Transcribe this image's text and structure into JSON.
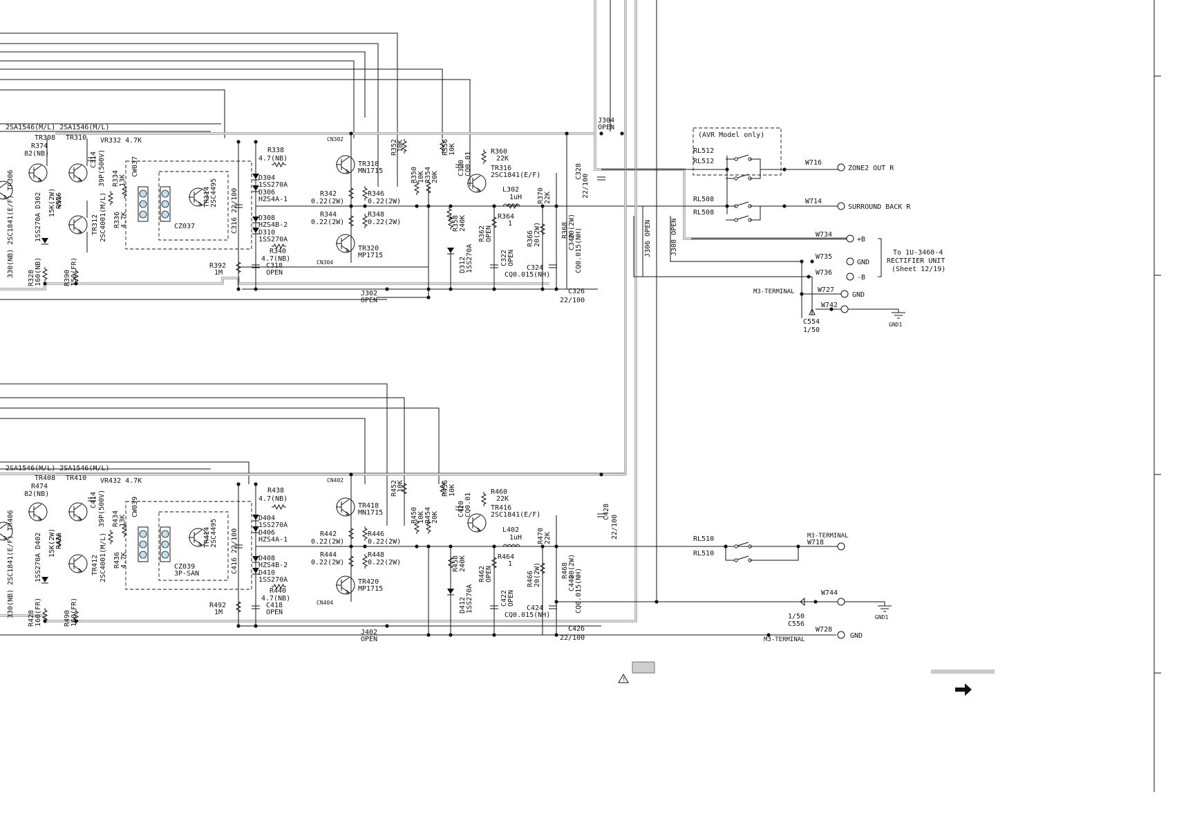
{
  "upper": {
    "tr_hdr": "2SA1546(M/L) 2SA1546(M/L)",
    "tr308": "TR308",
    "r374": "R374",
    "r374v": "82(NB)",
    "tr310": "TR310",
    "vr": "VR332 4.7K",
    "c314": "C314",
    "c314v": "39P(500V)",
    "r334": "R334",
    "r334v": "13K",
    "r336": "R336",
    "r336v": "4.7K",
    "tr312": "TR312",
    "tr312t": "2SC4001(M/L)",
    "r326": "R326",
    "r326v": "15K(2W)",
    "d302": "1SS270A D302",
    "tr306": "330(NB) 2SC1841(E/F) TR306",
    "r328": "R328",
    "r328v": "160(NB)",
    "r390": "R390",
    "r390v": "150(FR)",
    "cw": "CW037",
    "cz": "CZ037",
    "tr314": "TR314",
    "tr314t": "2SC4495",
    "c316": "C316 22/100",
    "r392": "R392",
    "r392v": "1M",
    "c318": "C318",
    "c318v": "OPEN",
    "r338": "R338",
    "r338v": "4.7(NB)",
    "d304": "D304",
    "d304t": "1SS270A",
    "d306": "D306",
    "d306t": "HZS4A-1",
    "d308": "D308",
    "d308t": "HZS4B-2",
    "d310": "D310",
    "d310t": "1SS270A",
    "r340": "R340",
    "r340v": "4.7(NB)",
    "cn302": "CN302",
    "cn304": "CN304",
    "tr318": "TR318",
    "tr318t": "MN1715",
    "tr320": "TR320",
    "tr320t": "MP1715",
    "r342": "R342",
    "r342v": "0.22(2W)",
    "r346": "R346",
    "r346v": "0.22(2W)",
    "r344": "R344",
    "r344v": "0.22(2W)",
    "r348": "R348",
    "r348v": "0.22(2W)",
    "r352": "R352",
    "r352v": "10K",
    "r350": "R350",
    "r350v": "10K",
    "r354": "R354",
    "r354v": "20K",
    "r356": "R356",
    "r356v": "10K",
    "r358": "R358",
    "r358v": "240K",
    "d312": "D312",
    "d312t": "1SS270A",
    "c320": "C320",
    "c320v": "CQ0.01",
    "r360": "R360",
    "r360v": "22K",
    "tr316": "TR316",
    "tr316t": "2SC1841(E/F)",
    "l302": "L302",
    "l302v": "1uH",
    "r362": "R362",
    "r362v": "OPEN",
    "r364": "R364",
    "r364v": "1",
    "c322": "C322",
    "c322v": "OPEN",
    "r366": "R366",
    "r366v": "20(2W)",
    "r368": "R368",
    "r368v": "20(2W)",
    "r370": "R370",
    "r370v": "22K",
    "c340": "C340",
    "c340v": "CQ0.015(NH)",
    "c324": "C324",
    "c324v": "CQ0.015(NH)",
    "c328": "C328",
    "c328v": "22/100",
    "c326": "C326",
    "c326v": "22/100",
    "j302": "J302",
    "j302v": "OPEN",
    "j304": "J304",
    "j304v": "OPEN",
    "j306": "J306 OPEN",
    "j308": "J308 OPEN"
  },
  "lower": {
    "tr_hdr": "2SA1546(M/L) 2SA1546(M/L)",
    "tr408": "TR408",
    "r474": "R474",
    "r474v": "82(NB)",
    "tr410": "TR410",
    "vr": "VR432 4.7K",
    "c414": "C414",
    "c414v": "39P(500V)",
    "r434": "R434",
    "r434v": "13K",
    "r436": "R436",
    "r436v": "4.7K",
    "tr412": "TR412",
    "tr412t": "2SC4001(M/L)",
    "r426": "R426",
    "r426v": "15K(2W)",
    "d402": "1SS270A D402",
    "tr406": "330(NB) 2SC1841(E/F) TR406",
    "r428": "R428",
    "r428v": "160(FR)",
    "r490": "R490",
    "r490v": "160(FR)",
    "cw": "CW039",
    "cz": "CZ039",
    "czt": "3P-SAN",
    "tr414": "TR414",
    "tr414t": "2SC4495",
    "c416": "C416 22/100",
    "r492": "R492",
    "r492v": "1M",
    "c418": "C418",
    "c418v": "OPEN",
    "r438": "R438",
    "r438v": "4.7(NB)",
    "d404": "D404",
    "d404t": "1SS270A",
    "d406": "D406",
    "d406t": "HZS4A-1",
    "d408": "D408",
    "d408t": "HZS4B-2",
    "d410": "D410",
    "d410t": "1SS270A",
    "r440": "R440",
    "r440v": "4.7(NB)",
    "cn402": "CN402",
    "cn404": "CN404",
    "tr418": "TR418",
    "tr418t": "MN1715",
    "tr420": "TR420",
    "tr420t": "MP1715",
    "r442": "R442",
    "r442v": "0.22(2W)",
    "r446": "R446",
    "r446v": "0.22(2W)",
    "r444": "R444",
    "r444v": "0.22(2W)",
    "r448": "R448",
    "r448v": "0.22(2W)",
    "r452": "R452",
    "r452v": "10K",
    "r450": "R450",
    "r450v": "10K",
    "r454": "R454",
    "r454v": "20K",
    "r456": "R456",
    "r456v": "10K",
    "r458": "R458",
    "r458v": "240K",
    "d412": "D412",
    "d412t": "1SS270A",
    "c420": "C420",
    "c420v": "CQ0.01",
    "r460": "R460",
    "r460v": "22K",
    "tr416": "TR416",
    "tr416t": "2SC1841(E/F)",
    "l402": "L402",
    "l402v": "1uH",
    "r462": "R462",
    "r462v": "OPEN",
    "r464": "R464",
    "r464v": "1",
    "c422": "C422",
    "c422v": "OPEN",
    "r466": "R466",
    "r466v": "20(2W)",
    "r468": "R468",
    "r468v": "20(2W)",
    "r470": "R470",
    "r470v": "22K",
    "c440": "C440",
    "c440v": "CQ0.015(NH)",
    "c424": "C424",
    "c424v": "CQ0.015(NH)",
    "c428": "C428",
    "c428v": "22/100",
    "c426": "C426",
    "c426v": "22/100",
    "j402": "J402",
    "j402v": "OPEN"
  },
  "right": {
    "avr": "(AVR Model only)",
    "rl512a": "RL512",
    "rl512b": "RL512",
    "rl508a": "RL508",
    "rl508b": "RL508",
    "rl510a": "RL510",
    "rl510b": "RL510",
    "w716": "W716",
    "zone2": "ZONE2 OUT R",
    "w714": "W714",
    "sb": "SURROUND BACK R",
    "w734": "W734",
    "pb": "+B",
    "w735": "W735",
    "gnd1": "GND",
    "w736": "W736",
    "mb": "-B",
    "to1": "To 1U-3460-4",
    "to2": "RECTIFIER UNIT",
    "to3": "(Sheet 12/19)",
    "m3a": "M3-TERMINAL",
    "w727": "W727",
    "gnd2": "GND",
    "w742": "W742",
    "gnda": "GND1",
    "c554": "C554",
    "c554v": "1/50",
    "m3b": "M3-TERMINAL",
    "w718": "W718",
    "w744": "W744",
    "gndb": "GND1",
    "c556": "C556",
    "c556v": "1/50",
    "w728": "W728",
    "m3c": "M3-TERMINAL",
    "gnd3": "GND"
  },
  "colors": {
    "wire": "#111111",
    "bus": "#9a9a9a",
    "pin": "#bfe0ef"
  }
}
